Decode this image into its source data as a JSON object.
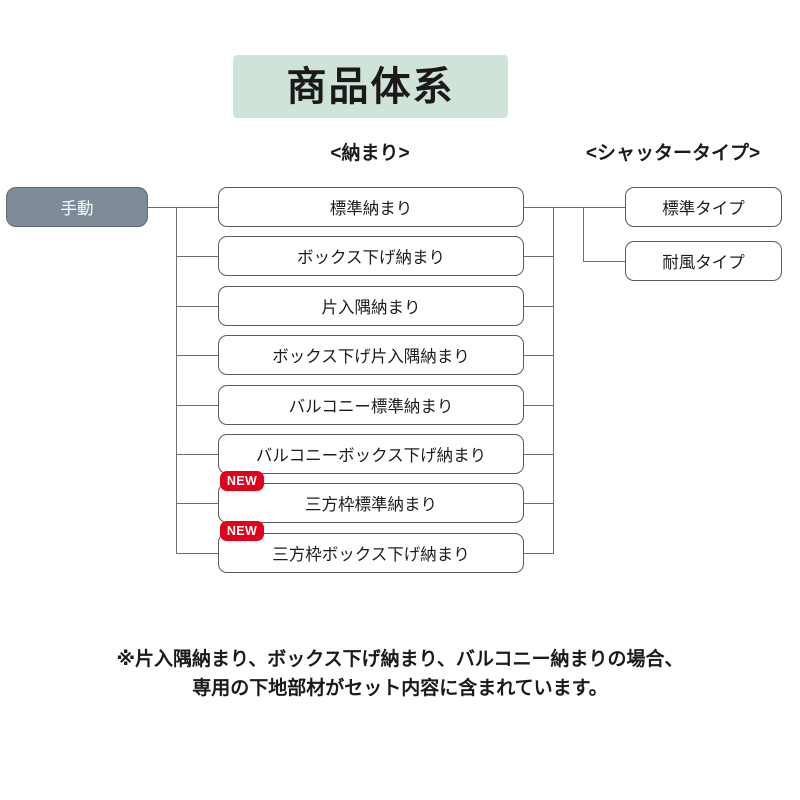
{
  "title": {
    "text": "商品体系",
    "bg_color": "#cfe3d8"
  },
  "column_headings": {
    "osamari": "<納まり>",
    "shutter": "<シャッタータイプ>"
  },
  "root": {
    "label": "手動",
    "bg_color": "#7f8a99",
    "text_color": "#ffffff"
  },
  "badges": {
    "new_label": "NEW",
    "new_color": "#e3001b"
  },
  "osamari_nodes": [
    {
      "label": "標準納まり",
      "new": false
    },
    {
      "label": "ボックス下げ納まり",
      "new": false
    },
    {
      "label": "片入隅納まり",
      "new": false
    },
    {
      "label": "ボックス下げ片入隅納まり",
      "new": false
    },
    {
      "label": "バルコニー標準納まり",
      "new": false
    },
    {
      "label": "バルコニーボックス下げ納まり",
      "new": false
    },
    {
      "label": "三方枠標準納まり",
      "new": true
    },
    {
      "label": "三方枠ボックス下げ納まり",
      "new": true
    }
  ],
  "shutter_nodes": [
    {
      "label": "標準タイプ"
    },
    {
      "label": "耐風タイプ"
    }
  ],
  "footnote": {
    "line1": "※片入隅納まり、ボックス下げ納まり、バルコニー納まりの場合、",
    "line2": "専用の下地部材がセット内容に含まれています。"
  }
}
